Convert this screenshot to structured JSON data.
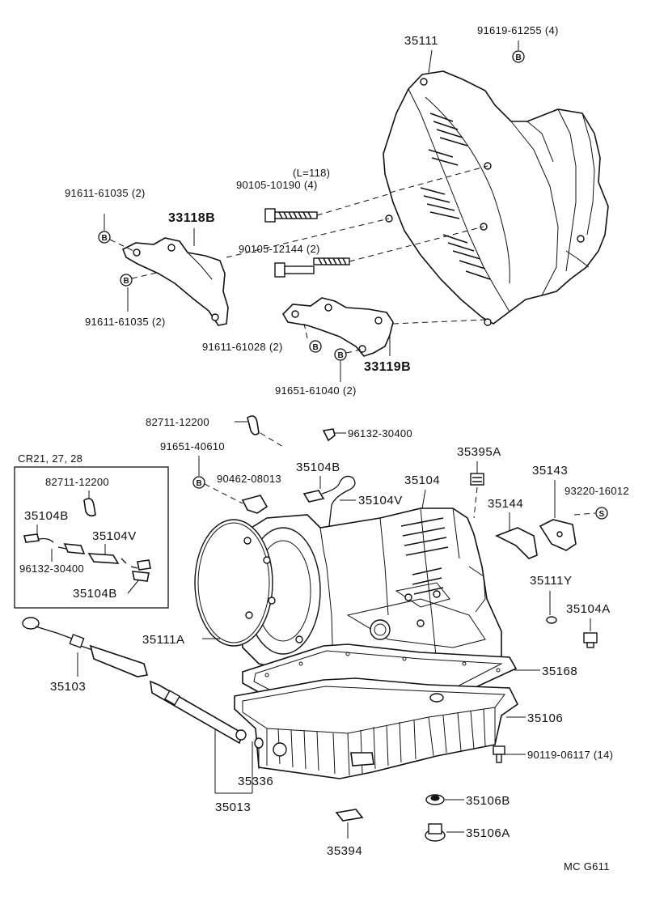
{
  "diagram": {
    "code": "MC G611",
    "inset_title": "CR21, 27, 28",
    "labels": {
      "p35111": "35111",
      "p91619_61255": "91619-61255 (4)",
      "l118": "(L=118)",
      "p90105_10190": "90105-10190 (4)",
      "p91611_61035_top": "91611-61035 (2)",
      "p33118B": "33118B",
      "p90105_12144": "90105-12144 (2)",
      "p91611_61035_bot": "91611-61035 (2)",
      "p91611_61028": "91611-61028 (2)",
      "p33119B": "33119B",
      "p91651_61040": "91651-61040 (2)",
      "p82711_12200": "82711-12200",
      "p96132_30400": "96132-30400",
      "p91651_40610": "91651-40610",
      "p90462_08013": "90462-08013",
      "p35104B": "35104B",
      "p35104": "35104",
      "p35104V": "35104V",
      "p35395A": "35395A",
      "p35143": "35143",
      "p93220_16012": "93220-16012",
      "p35144": "35144",
      "p35111Y": "35111Y",
      "p35104A": "35104A",
      "p35111A": "35111A",
      "p35168": "35168",
      "p35106": "35106",
      "p90119_06117": "90119-06117 (14)",
      "p35103": "35103",
      "p35336": "35336",
      "p35013": "35013",
      "p35106B": "35106B",
      "p35106A": "35106A",
      "p35394": "35394",
      "in82711_12200": "82711-12200",
      "in35104B_a": "35104B",
      "in35104V": "35104V",
      "in96132_30400": "96132-30400",
      "in35104B_b": "35104B"
    },
    "badges": {
      "b": "B",
      "s": "S"
    }
  }
}
